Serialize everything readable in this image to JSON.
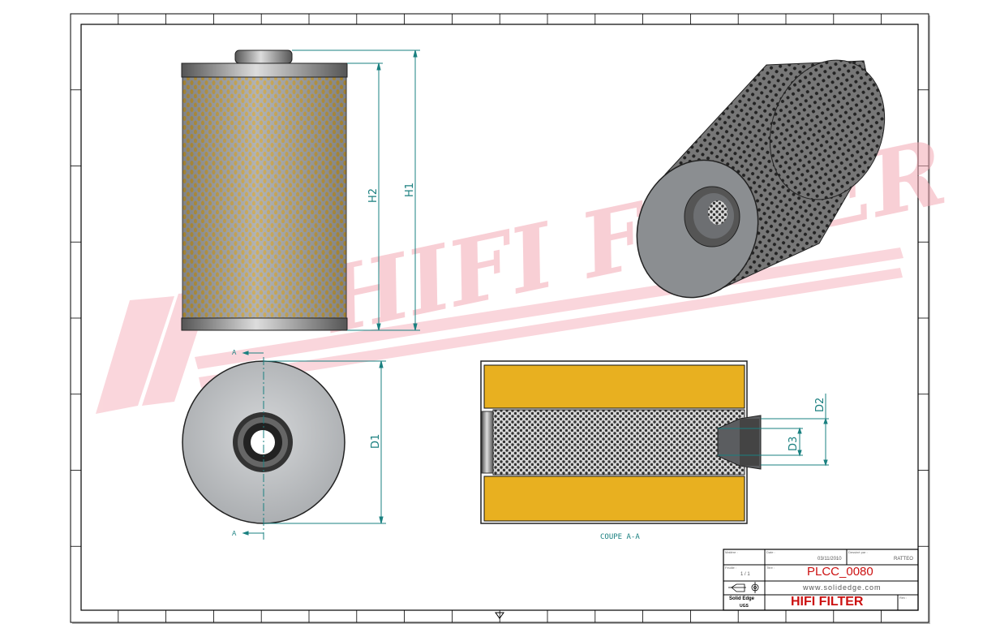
{
  "watermark": "HIFI FILTER",
  "colors": {
    "dimension": "#1a8080",
    "media_yellow": "#e8b020",
    "metal_grey": "#8a8d90",
    "title_red": "#cc1111",
    "watermark_pink": "#f4b8c0"
  },
  "views": {
    "front": {
      "dim_h1": "H1",
      "dim_h2": "H2"
    },
    "end": {
      "dim_d1": "D1",
      "section_mark_top": "A",
      "section_mark_bottom": "A"
    },
    "section": {
      "label": "COUPE A-A",
      "dim_d2": "D2",
      "dim_d3": "D3"
    }
  },
  "title_block": {
    "material_label": "Matière :",
    "date_label": "Date :",
    "date_value": "03/11/2010",
    "drawn_by_label": "Dessiné par :",
    "drawn_by_value": "RATTEO",
    "sheet_label": "Feuille :",
    "sheet_value": "1 / 1",
    "title_label": "Titre :",
    "part_number": "PLCC_0080",
    "website": "www.solidedge.com",
    "software": "Solid Edge",
    "software_sub": "UGS",
    "company": "HIFI FILTER",
    "rev_label": "Rév :"
  }
}
